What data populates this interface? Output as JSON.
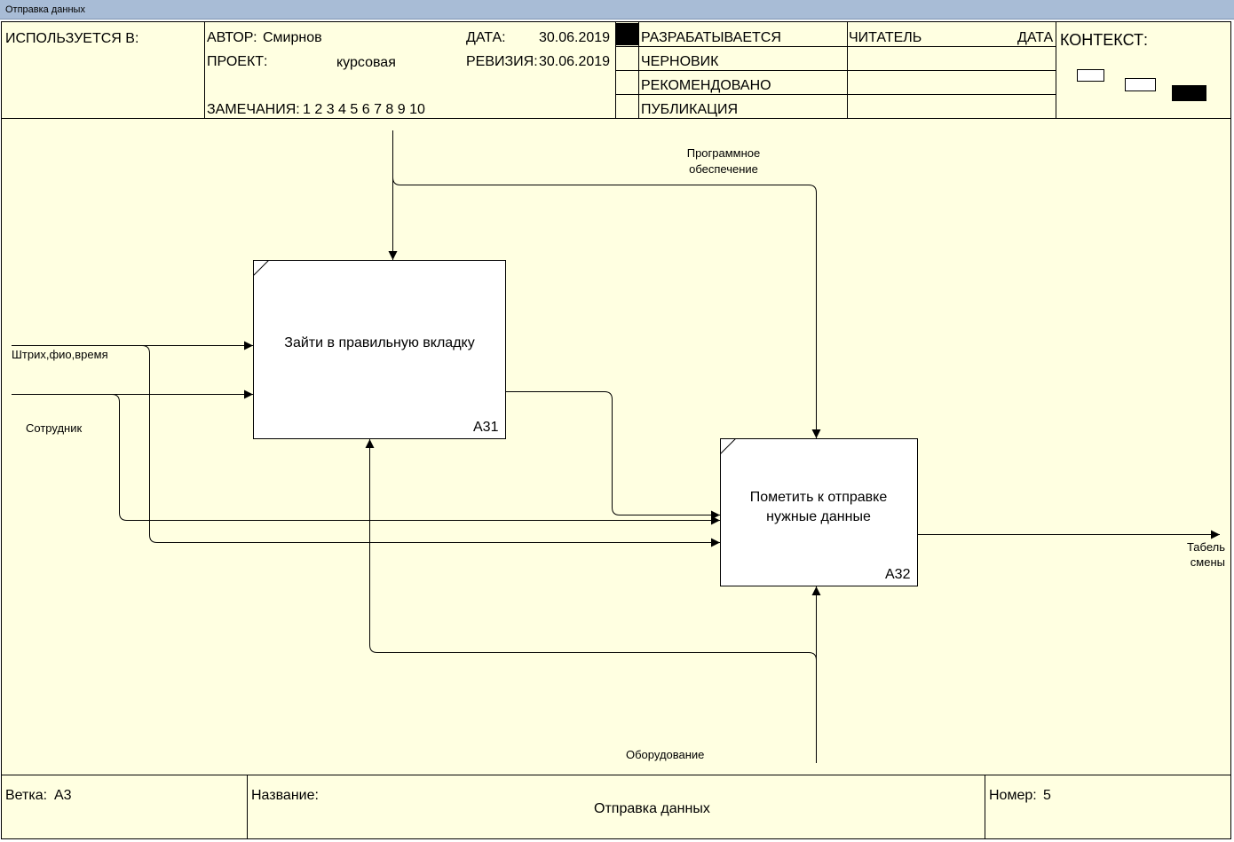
{
  "window": {
    "title": "Отправка данных"
  },
  "header": {
    "used_in": "ИСПОЛЬЗУЕТСЯ В:",
    "author_label": "АВТОР:",
    "author": "Смирнов",
    "project_label": "ПРОЕКТ:",
    "project": "курсовая",
    "notes_label": "ЗАМЕЧАНИЯ:",
    "notes": "1 2 3 4 5 6 7 8 9 10",
    "date_label": "ДАТА:",
    "date": "30.06.2019",
    "revision_label": "РЕВИЗИЯ:",
    "revision": "30.06.2019",
    "status": [
      "РАЗРАБАТЫВАЕТСЯ",
      "ЧЕРНОВИК",
      "РЕКОМЕНДОВАНО",
      "ПУБЛИКАЦИЯ"
    ],
    "reader_label": "ЧИТАТЕЛЬ",
    "reader_date_label": "ДАТА",
    "context_label": "КОНТЕКСТ:"
  },
  "diagram": {
    "boxes": [
      {
        "text": "Зайти в правильную вкладку",
        "number": "A31"
      },
      {
        "text": "Пометить к отправке нужные данные",
        "number": "A32"
      }
    ],
    "arrows": {
      "control": "Программное обеспечение",
      "input1": "Штрих,фио,время",
      "input2": "Сотрудник",
      "output": "Табель смены",
      "mechanism": "Оборудование"
    }
  },
  "footer": {
    "node_label": "Ветка:",
    "node": "A3",
    "name_label": "Название:",
    "name": "Отправка данных",
    "number_label": "Номер:",
    "number": "5"
  },
  "colors": {
    "background": "#ffffe1",
    "titlebar": "#a8bcd6",
    "box_fill": "#ffffff"
  }
}
